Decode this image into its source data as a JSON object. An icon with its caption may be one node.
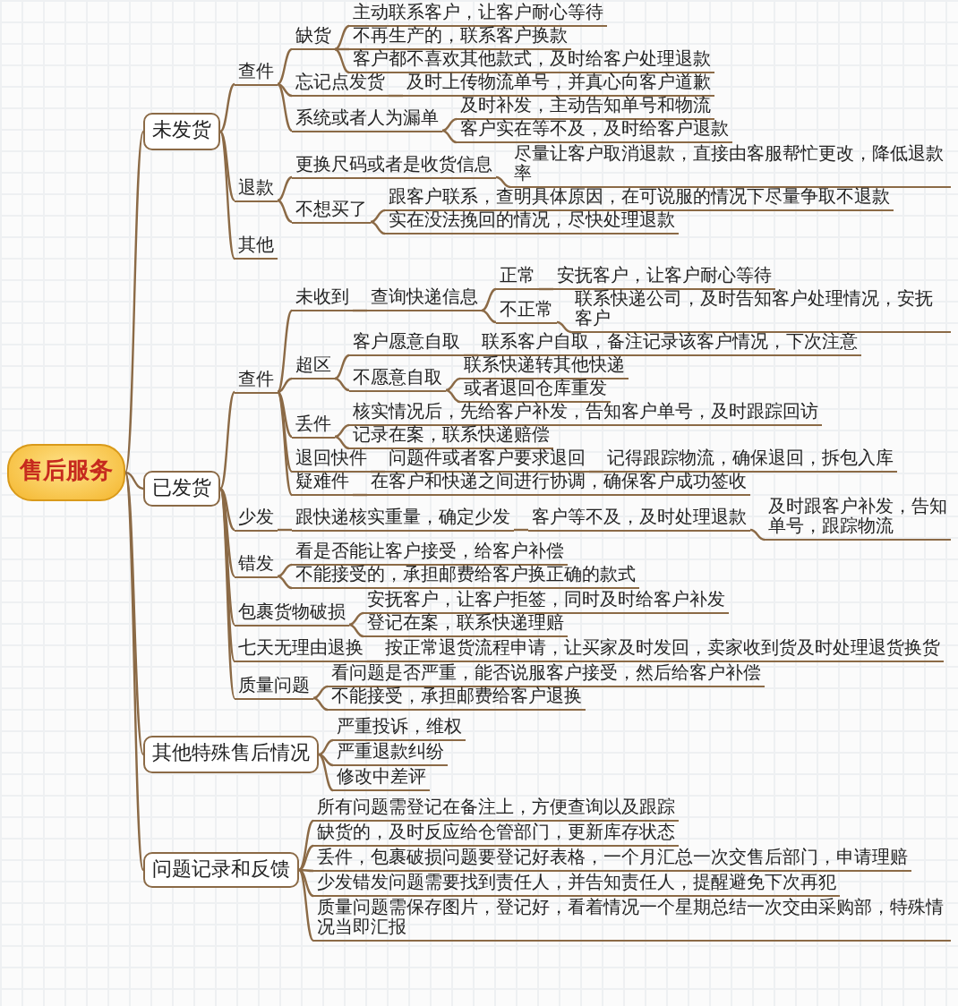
{
  "diagram": {
    "nodes": [
      {
        "text": [
          "售后服务"
        ]
      },
      {
        "text": [
          "未发货"
        ]
      },
      {
        "text": [
          "查件"
        ]
      },
      {
        "text": [
          "缺货"
        ]
      },
      {
        "text": [
          "主动联系客户，让客户耐心等待"
        ]
      },
      {
        "text": [
          "不再生产的，联系客户换款"
        ]
      },
      {
        "text": [
          "客户都不喜欢其他款式，及时给客户处理退款"
        ]
      },
      {
        "text": [
          "忘记点发货"
        ]
      },
      {
        "text": [
          "及时上传物流单号，并真心向客户道歉"
        ]
      },
      {
        "text": [
          "系统或者人为漏单"
        ]
      },
      {
        "text": [
          "及时补发，主动告知单号和物流"
        ]
      },
      {
        "text": [
          "客户实在等不及，及时给客户退款"
        ]
      },
      {
        "text": [
          "退款"
        ]
      },
      {
        "text": [
          "更换尺码或者是收货信息"
        ]
      },
      {
        "text": [
          "尽量让客户取消退款，直接由客服帮忙更改，降低退款率"
        ]
      },
      {
        "text": [
          "不想买了"
        ]
      },
      {
        "text": [
          "跟客户联系，查明具体原因，在可说服的情况下尽量争取不退款"
        ]
      },
      {
        "text": [
          "实在没法挽回的情况，尽快处理退款"
        ]
      },
      {
        "text": [
          "其他"
        ]
      },
      {
        "text": [
          "已发货"
        ]
      },
      {
        "text": [
          "查件"
        ]
      },
      {
        "text": [
          "未收到"
        ]
      },
      {
        "text": [
          "查询快递信息"
        ]
      },
      {
        "text": [
          "正常"
        ]
      },
      {
        "text": [
          "安抚客户，让客户耐心等待"
        ]
      },
      {
        "text": [
          "不正常"
        ]
      },
      {
        "text": [
          "联系快递公司，及时告知客户处理情况，安抚客户"
        ]
      },
      {
        "text": [
          "超区"
        ]
      },
      {
        "text": [
          "客户愿意自取"
        ]
      },
      {
        "text": [
          "联系客户自取，备注记录该客户情况，下次注意"
        ]
      },
      {
        "text": [
          "不愿意自取"
        ]
      },
      {
        "text": [
          "联系快递转其他快递"
        ]
      },
      {
        "text": [
          "或者退回仓库重发"
        ]
      },
      {
        "text": [
          "丢件"
        ]
      },
      {
        "text": [
          "核实情况后，先给客户补发，告知客户单号，及时跟踪回访"
        ]
      },
      {
        "text": [
          "记录在案，联系快递赔偿"
        ]
      },
      {
        "text": [
          "退回快件"
        ]
      },
      {
        "text": [
          "问题件或者客户要求退回"
        ]
      },
      {
        "text": [
          "记得跟踪物流，确保退回，拆包入库"
        ]
      },
      {
        "text": [
          "疑难件"
        ]
      },
      {
        "text": [
          "在客户和快递之间进行协调，确保客户成功签收"
        ]
      },
      {
        "text": [
          "少发"
        ]
      },
      {
        "text": [
          "跟快递核实重量，确定少发"
        ]
      },
      {
        "text": [
          "客户等不及，及时处理退款"
        ]
      },
      {
        "text": [
          "及时跟客户补发，告知单号，跟踪物流"
        ]
      },
      {
        "text": [
          "错发"
        ]
      },
      {
        "text": [
          "看是否能让客户接受，给客户补偿"
        ]
      },
      {
        "text": [
          "不能接受的，承担邮费给客户换正确的款式"
        ]
      },
      {
        "text": [
          "包裹货物破损"
        ]
      },
      {
        "text": [
          "安抚客户，让客户拒签，同时及时给客户补发"
        ]
      },
      {
        "text": [
          "登记在案，联系快递理赔"
        ]
      },
      {
        "text": [
          "七天无理由退换"
        ]
      },
      {
        "text": [
          "按正常退货流程申请，让买家及时发回，卖家收到货及时处理退货换货"
        ]
      },
      {
        "text": [
          "质量问题"
        ]
      },
      {
        "text": [
          "看问题是否严重，能否说服客户接受，然后给客户补偿"
        ]
      },
      {
        "text": [
          "不能接受，承担邮费给客户退换"
        ]
      },
      {
        "text": [
          "其他特殊售后情况"
        ]
      },
      {
        "text": [
          "严重投诉，维权"
        ]
      },
      {
        "text": [
          "严重退款纠纷"
        ]
      },
      {
        "text": [
          "修改中差评"
        ]
      },
      {
        "text": [
          "问题记录和反馈"
        ]
      },
      {
        "text": [
          "所有问题需登记在备注上，方便查询以及跟踪"
        ]
      },
      {
        "text": [
          "缺货的，及时反应给仓管部门，更新库存状态"
        ]
      },
      {
        "text": [
          "丢件，包裹破损问题要登记好表格，一个月汇总一次交售后部门，申请理赔"
        ]
      },
      {
        "text": [
          "少发错发问题需要找到责任人，并告知责任人，提醒避免下次再犯"
        ]
      },
      {
        "text": [
          "质量问题需保存图片，登记好，看着情况一个星期总结一次交由采购部，特殊情况当即汇报"
        ]
      }
    ],
    "edges": [
      {
        "from": 0,
        "to": 1,
        "arrow": "none"
      },
      {
        "from": 1,
        "to": 2,
        "arrow": "none"
      },
      {
        "from": 2,
        "to": 3,
        "arrow": "none"
      },
      {
        "from": 3,
        "to": 4,
        "arrow": "none"
      },
      {
        "from": 3,
        "to": 5,
        "arrow": "none"
      },
      {
        "from": 3,
        "to": 6,
        "arrow": "none"
      },
      {
        "from": 2,
        "to": 7,
        "arrow": "none"
      },
      {
        "from": 7,
        "to": 8,
        "arrow": "none"
      },
      {
        "from": 2,
        "to": 9,
        "arrow": "none"
      },
      {
        "from": 9,
        "to": 10,
        "arrow": "none"
      },
      {
        "from": 9,
        "to": 11,
        "arrow": "none"
      },
      {
        "from": 1,
        "to": 12,
        "arrow": "none"
      },
      {
        "from": 12,
        "to": 13,
        "arrow": "none"
      },
      {
        "from": 13,
        "to": 14,
        "arrow": "none"
      },
      {
        "from": 12,
        "to": 15,
        "arrow": "none"
      },
      {
        "from": 15,
        "to": 16,
        "arrow": "none"
      },
      {
        "from": 15,
        "to": 17,
        "arrow": "none"
      },
      {
        "from": 1,
        "to": 18,
        "arrow": "none"
      },
      {
        "from": 0,
        "to": 19,
        "arrow": "none"
      },
      {
        "from": 19,
        "to": 20,
        "arrow": "none"
      },
      {
        "from": 20,
        "to": 21,
        "arrow": "none"
      },
      {
        "from": 21,
        "to": 22,
        "arrow": "none"
      },
      {
        "from": 22,
        "to": 23,
        "arrow": "none"
      },
      {
        "from": 23,
        "to": 24,
        "arrow": "none"
      },
      {
        "from": 22,
        "to": 25,
        "arrow": "none"
      },
      {
        "from": 25,
        "to": 26,
        "arrow": "none"
      },
      {
        "from": 20,
        "to": 27,
        "arrow": "none"
      },
      {
        "from": 27,
        "to": 28,
        "arrow": "none"
      },
      {
        "from": 28,
        "to": 29,
        "arrow": "none"
      },
      {
        "from": 27,
        "to": 30,
        "arrow": "none"
      },
      {
        "from": 30,
        "to": 31,
        "arrow": "none"
      },
      {
        "from": 30,
        "to": 32,
        "arrow": "none"
      },
      {
        "from": 20,
        "to": 33,
        "arrow": "none"
      },
      {
        "from": 33,
        "to": 34,
        "arrow": "none"
      },
      {
        "from": 33,
        "to": 35,
        "arrow": "none"
      },
      {
        "from": 20,
        "to": 36,
        "arrow": "none"
      },
      {
        "from": 36,
        "to": 37,
        "arrow": "none"
      },
      {
        "from": 37,
        "to": 38,
        "arrow": "none"
      },
      {
        "from": 20,
        "to": 39,
        "arrow": "none"
      },
      {
        "from": 39,
        "to": 40,
        "arrow": "none"
      },
      {
        "from": 19,
        "to": 41,
        "arrow": "none"
      },
      {
        "from": 41,
        "to": 42,
        "arrow": "none"
      },
      {
        "from": 42,
        "to": 43,
        "arrow": "none"
      },
      {
        "from": 43,
        "to": 44,
        "arrow": "none"
      },
      {
        "from": 19,
        "to": 45,
        "arrow": "none"
      },
      {
        "from": 45,
        "to": 46,
        "arrow": "none"
      },
      {
        "from": 45,
        "to": 47,
        "arrow": "none"
      },
      {
        "from": 19,
        "to": 48,
        "arrow": "none"
      },
      {
        "from": 48,
        "to": 49,
        "arrow": "none"
      },
      {
        "from": 48,
        "to": 50,
        "arrow": "none"
      },
      {
        "from": 19,
        "to": 51,
        "arrow": "none"
      },
      {
        "from": 51,
        "to": 52,
        "arrow": "none"
      },
      {
        "from": 19,
        "to": 53,
        "arrow": "none"
      },
      {
        "from": 53,
        "to": 54,
        "arrow": "none"
      },
      {
        "from": 53,
        "to": 55,
        "arrow": "none"
      },
      {
        "from": 0,
        "to": 56,
        "arrow": "none"
      },
      {
        "from": 56,
        "to": 57,
        "arrow": "none"
      },
      {
        "from": 56,
        "to": 58,
        "arrow": "none"
      },
      {
        "from": 56,
        "to": 59,
        "arrow": "none"
      },
      {
        "from": 0,
        "to": 60,
        "arrow": "none"
      },
      {
        "from": 60,
        "to": 61,
        "arrow": "none"
      },
      {
        "from": 60,
        "to": 62,
        "arrow": "none"
      },
      {
        "from": 60,
        "to": 63,
        "arrow": "none"
      },
      {
        "from": 60,
        "to": 64,
        "arrow": "none"
      },
      {
        "from": 60,
        "to": 65,
        "arrow": "none"
      }
    ]
  }
}
